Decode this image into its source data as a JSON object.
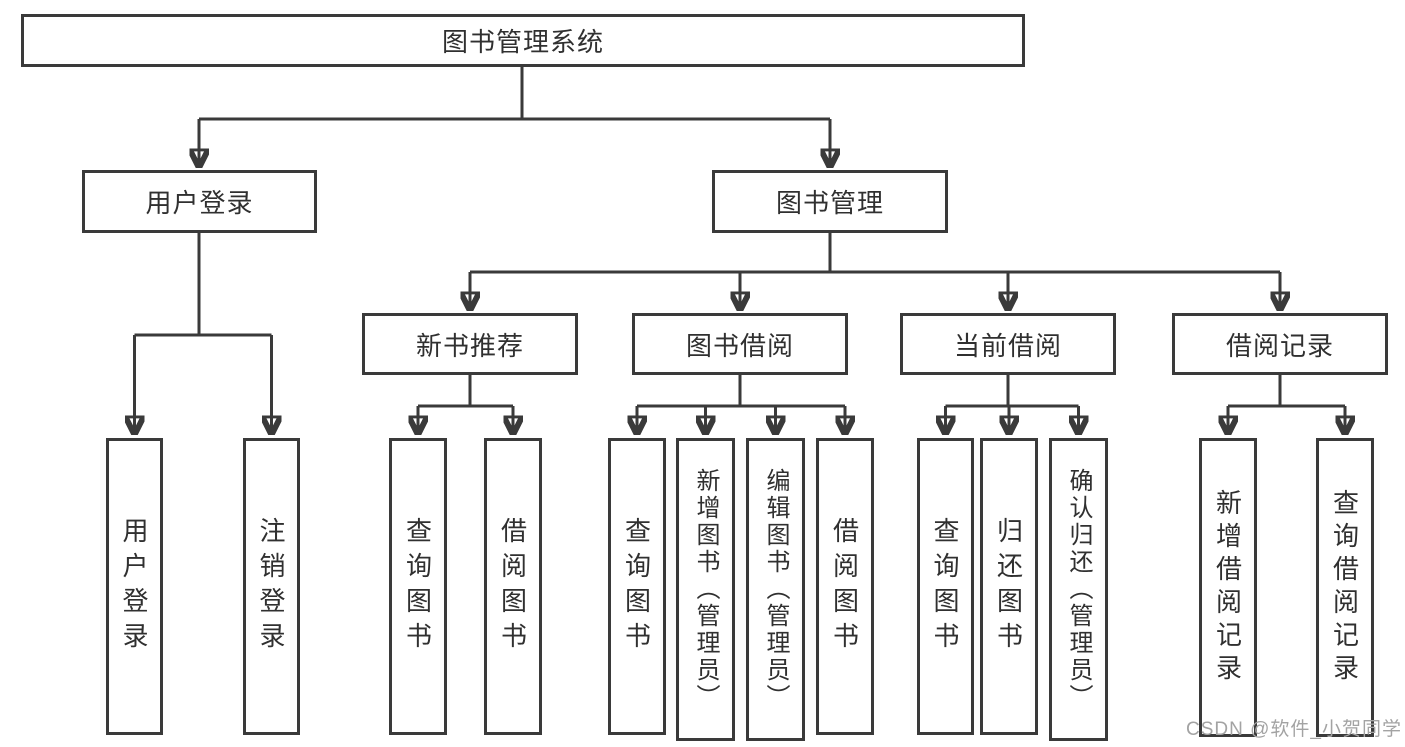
{
  "diagram": {
    "colors": {
      "line": "#3a3a3a",
      "box_border": "#3a3a3a",
      "text": "#303030",
      "background": "#ffffff",
      "watermark_text": "#a3a3a3"
    },
    "tree": {
      "label": "图书管理系统",
      "children": [
        {
          "label": "用户登录",
          "children": [
            {
              "label": "用户登录"
            },
            {
              "label": "注销登录"
            }
          ]
        },
        {
          "label": "图书管理",
          "children": [
            {
              "label": "新书推荐",
              "children": [
                {
                  "label": "查询图书"
                },
                {
                  "label": "借阅图书"
                }
              ]
            },
            {
              "label": "图书借阅",
              "children": [
                {
                  "label": "查询图书"
                },
                {
                  "label": "新增图书（管理员）"
                },
                {
                  "label": "编辑图书（管理员）"
                },
                {
                  "label": "借阅图书"
                }
              ]
            },
            {
              "label": "当前借阅",
              "children": [
                {
                  "label": "查询图书"
                },
                {
                  "label": "归还图书"
                },
                {
                  "label": "确认归还（管理员）"
                }
              ]
            },
            {
              "label": "借阅记录",
              "children": [
                {
                  "label": "新增借阅记录"
                },
                {
                  "label": "查询借阅记录"
                }
              ]
            }
          ]
        }
      ]
    },
    "watermark": {
      "text": "CSDN @软件_小贺同学"
    }
  }
}
